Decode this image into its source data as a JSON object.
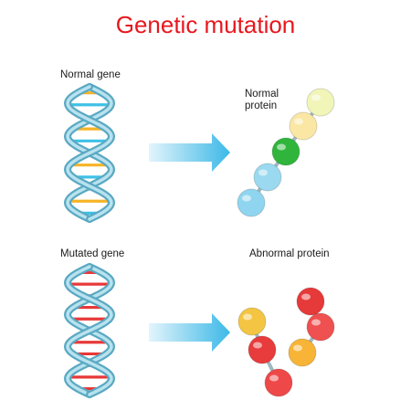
{
  "title": "Genetic mutation",
  "normal": {
    "gene_label": "Normal gene",
    "protein_label_line1": "Normal",
    "protein_label_line2": "protein",
    "bead_colors": [
      "#f1f5b8",
      "#fbe7a4",
      "#2fb53c",
      "#9ad9ef",
      "#8fd5ef"
    ],
    "base_pair_colors": [
      "#f6b426",
      "#3fc1e6",
      "#3fc1e6",
      "#f6b426",
      "#3fc1e6",
      "#f6b426",
      "#f6b426",
      "#3fc1e6",
      "#3fc1e6",
      "#f6b426",
      "#3fc1e6"
    ]
  },
  "mutated": {
    "gene_label": "Mutated gene",
    "protein_label": "Abnormal protein",
    "bead_colors": [
      "#f3c542",
      "#e83b3b",
      "#ee4848",
      "#e63939",
      "#ef5050",
      "#f7b436",
      "#ea3d3d"
    ],
    "base_pair_colors": [
      "#e83838",
      "#e83838",
      "#e83838",
      "#e83838",
      "#e83838",
      "#e83838",
      "#e83838",
      "#e83838",
      "#e83838",
      "#e83838",
      "#e83838"
    ]
  },
  "colors": {
    "title": "#e8171d",
    "arrow": "#3cb9e8",
    "helix": "#6ec2dc"
  }
}
